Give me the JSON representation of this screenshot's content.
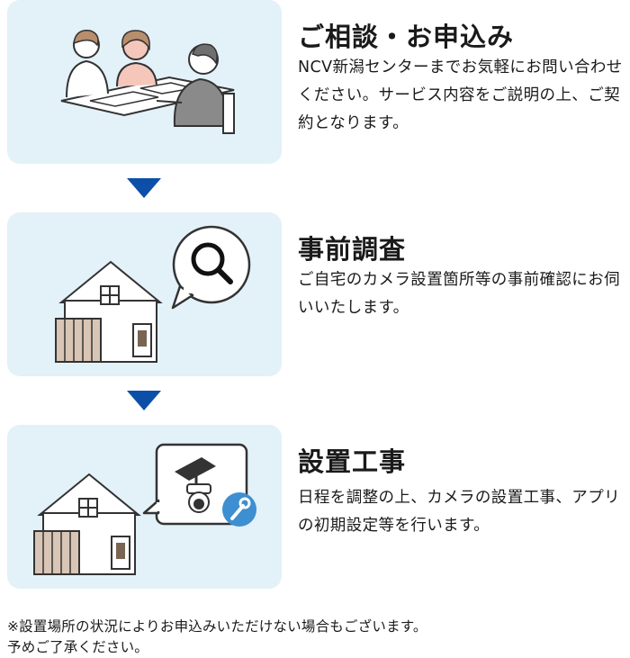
{
  "steps": [
    {
      "title": "ご相談・お申込み",
      "description": "NCV新潟センターまでお気軽にお問い合わせください。サービス内容をご説明の上、ご契約となります。",
      "illustration_icon": "consultation-illustration"
    },
    {
      "title": "事前調査",
      "description": "ご自宅のカメラ設置箇所等の事前確認にお伺いいたします。",
      "illustration_icon": "house-search-illustration"
    },
    {
      "title": "設置工事",
      "description": "日程を調整の上、カメラの設置工事、アプリの初期設定等を行います。",
      "illustration_icon": "house-camera-install-illustration"
    }
  ],
  "note": {
    "line1": "※設置場所の状況によりお申込みいただけない場合もございます。",
    "line2": "予めご了承ください。"
  },
  "colors": {
    "panel_background": "#e3f1f8",
    "arrow": "#0b4fa8",
    "accent_blue": "#3d8fd1"
  }
}
